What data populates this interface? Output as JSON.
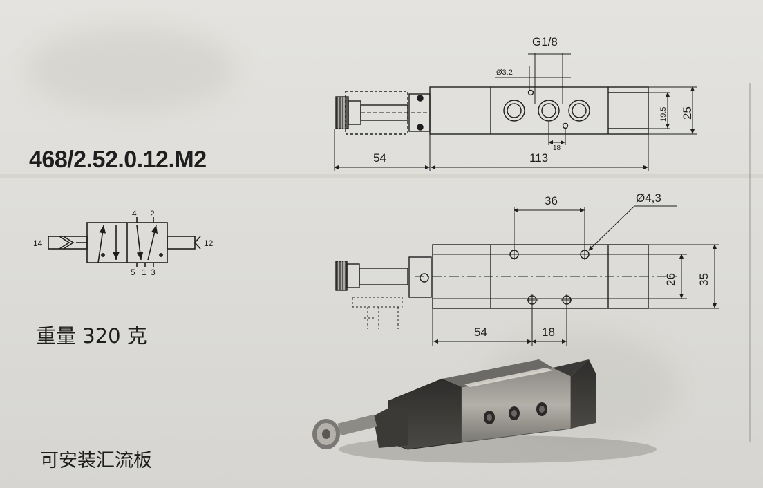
{
  "model_number": "468/2.52.0.12.M2",
  "weight_label": "重量 320 克",
  "manifold_label": "可安装汇流板",
  "symbol": {
    "left_port": "14",
    "right_port": "12",
    "top_ports": [
      "4",
      "2"
    ],
    "bottom_ports": [
      "5",
      "1",
      "3"
    ]
  },
  "top_view": {
    "thread_label": "G1/8",
    "small_hole_label": "Ø3.2",
    "pitch_small": "18",
    "height_small": "19.5",
    "height_total": "25",
    "length_actuator": "54",
    "length_body": "113"
  },
  "side_view": {
    "hole_spacing": "36",
    "hole_diameter": "Ø4,3",
    "height_inner": "26",
    "height_total": "35",
    "length_actuator": "54",
    "pitch": "18"
  },
  "colors": {
    "paper": "#dedcd8",
    "ink": "#1e1e1e",
    "valve_body": "#a8a59e",
    "valve_dark": "#3f3e3b"
  }
}
